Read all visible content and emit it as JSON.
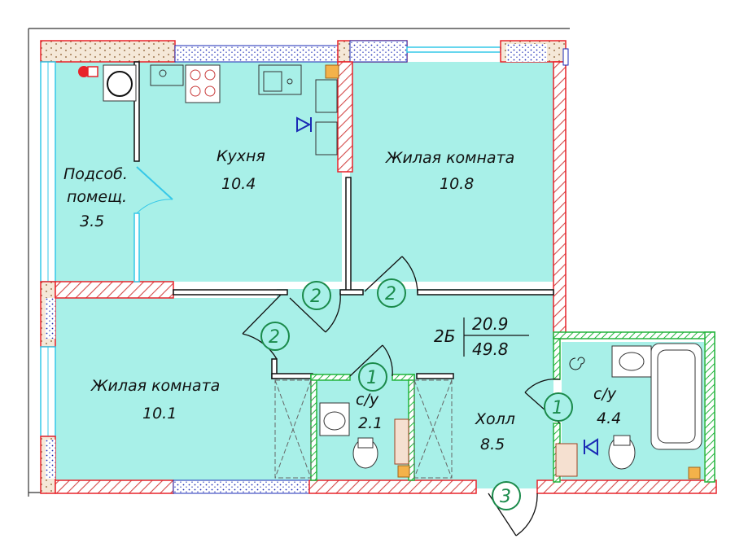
{
  "apartment": {
    "type": "2Б",
    "living_area": "20.9",
    "total_area": "49.8"
  },
  "rooms": {
    "utility": {
      "name1": "Подсоб.",
      "name2": "помещ.",
      "area": "3.5"
    },
    "kitchen": {
      "name": "Кухня",
      "area": "10.4"
    },
    "bedroom_top": {
      "name": "Жилая комната",
      "area": "10.8"
    },
    "bedroom_bottom": {
      "name": "Жилая комната",
      "area": "10.1"
    },
    "bath_small": {
      "name": "с/у",
      "area": "2.1"
    },
    "bath_large": {
      "name": "с/у",
      "area": "4.4"
    },
    "hall": {
      "name": "Холл",
      "area": "8.5"
    }
  },
  "door_badges": [
    "2",
    "2",
    "2",
    "1",
    "1",
    "3"
  ],
  "colors": {
    "floor": "#a8f0e8",
    "exterior_wall_outline": "#e8232a",
    "hatch": "#d44a4a",
    "masonry_fill": "#f5e8d8",
    "insulation_dots": "#1a2ab5",
    "wet_zone_wall": "#22b43c",
    "door_badge": "#1a8a4a",
    "window": "#35c8e8"
  }
}
